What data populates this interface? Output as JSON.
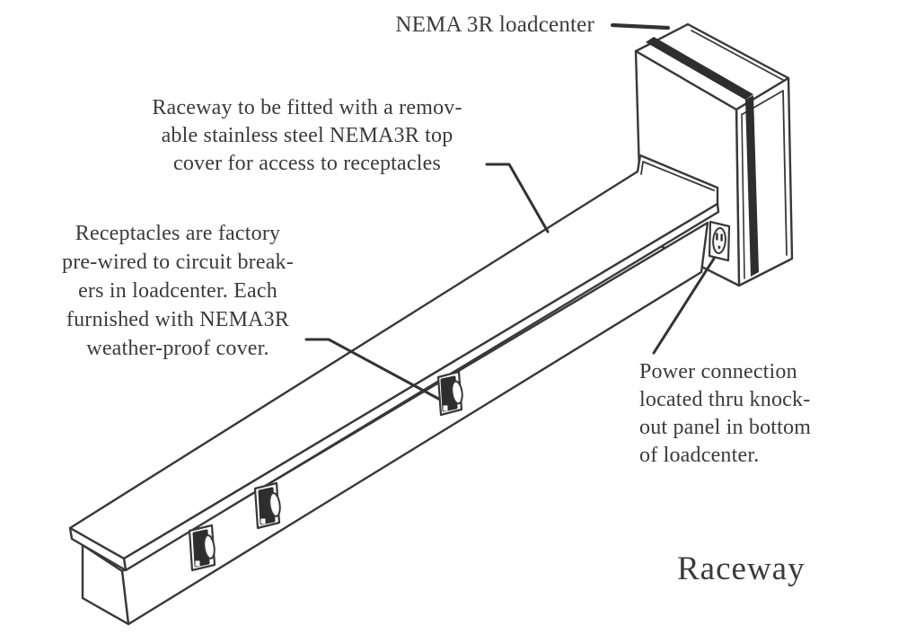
{
  "page": {
    "background": "#ffffff",
    "ink_color": "#383838",
    "fill_dark": "#2e2e2e",
    "text_color": "#3b3b3b"
  },
  "labels": {
    "loadcenter": "NEMA 3R loadcenter",
    "raceway": "Raceway"
  },
  "annotations": {
    "top_cover": {
      "lines": [
        "Raceway to be fitted with a remov-",
        "able stainless steel NEMA3R top",
        "cover for access to receptacles"
      ]
    },
    "receptacles": {
      "lines": [
        "Receptacles are factory",
        "pre-wired to circuit break-",
        "ers in loadcenter. Each",
        "furnished with NEMA3R",
        "weather-proof cover."
      ]
    },
    "power_connection": {
      "lines": [
        "Power connection",
        "located thru knock-",
        "out panel in bottom",
        "of loadcenter."
      ]
    }
  },
  "drawing": {
    "parts": [
      "loadcenter",
      "raceway",
      "receptacle-weatherproof-covers",
      "power-outlet"
    ],
    "receptacle_cover_count": 3
  }
}
